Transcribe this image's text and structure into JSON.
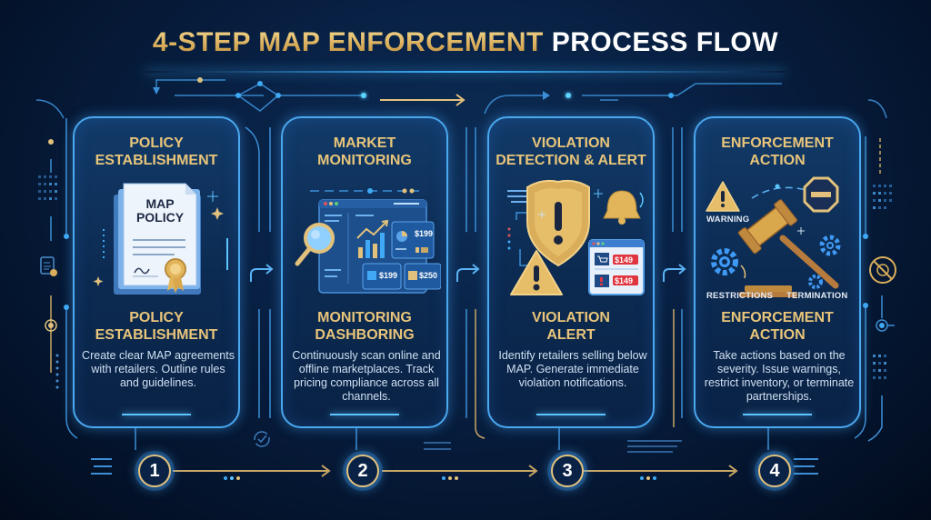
{
  "title": {
    "part_gold": "4-STEP MAP ENFORCEMENT",
    "part_white": "PROCESS FLOW"
  },
  "colors": {
    "gold": "#e8c57a",
    "accent_blue": "#4aa8ef",
    "background": "#082043",
    "alert_red": "#e0353f"
  },
  "steps": [
    {
      "number": "1",
      "heading_line1": "POLICY",
      "heading_line2": "ESTABLISHMENT",
      "illustration": {
        "icon": "policy-document-icon",
        "doc_line1": "MAP",
        "doc_line2": "POLICY"
      },
      "subheading_line1": "POLICY",
      "subheading_line2": "ESTABLISHMENT",
      "description": "Create clear MAP agreements with retailers. Outline rules and guidelines."
    },
    {
      "number": "2",
      "heading_line1": "MARKET",
      "heading_line2": "MONITORING",
      "illustration": {
        "icon": "dashboard-magnifier-icon",
        "price_1": "$199",
        "price_2": "$199",
        "price_3": "$250"
      },
      "subheading_line1": "MONITORING",
      "subheading_line2": "DASHBORING",
      "description": "Continuously scan online and offline marketplaces. Track pricing compliance across all channels."
    },
    {
      "number": "3",
      "heading_line1": "VIOLATION",
      "heading_line2": "DETECTION & ALERT",
      "illustration": {
        "icon": "shield-alert-icon",
        "price_1": "$149",
        "price_2": "$149"
      },
      "subheading_line1": "VIOLATION",
      "subheading_line2": "ALERT",
      "description": "Identify retailers selling below MAP. Generate immediate violation notifications."
    },
    {
      "number": "4",
      "heading_line1": "ENFORCEMENT",
      "heading_line2": "ACTION",
      "illustration": {
        "icon": "gavel-icon",
        "label_warning": "WARNING",
        "label_restrictions": "RESTRICTIONS",
        "label_termination": "TERMINATION"
      },
      "subheading_line1": "ENFORCEMENT",
      "subheading_line2": "ACTION",
      "description": "Take actions based on the severity. Issue warnings, restrict inventory, or terminate partnerships."
    }
  ]
}
